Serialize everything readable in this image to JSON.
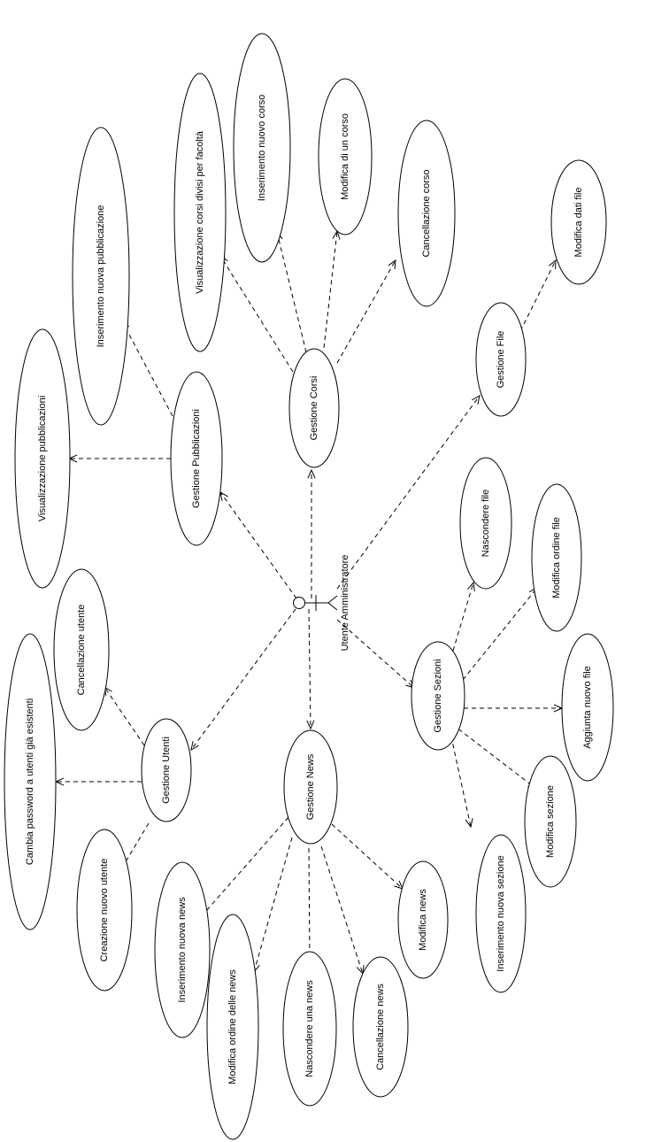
{
  "actor": {
    "label": "Utente Amministratore"
  },
  "use_cases": {
    "gestione_utenti": "Gestione Utenti",
    "cancellazione_utente": "Cancellazione utente",
    "cambia_password": "Cambia password a utenti già esistenti",
    "creazione_utente": "Creazione nuovo utente",
    "gestione_news": "Gestione News",
    "inserimento_news": "Inserimento nuova news",
    "modifica_ordine_news": "Modifica ordine delle news",
    "nascondere_news": "Nascondere una news",
    "cancellazione_news": "Cancellazione news",
    "modifica_news": "Modifica news",
    "gestione_sezioni": "Gestione Sezioni",
    "inserimento_sezione": "Inserimento nuova sezione",
    "modifica_sezione": "Modifica sezione",
    "aggiunta_file": "Aggiunta nuovo file",
    "modifica_ordine_file": "Modifica ordine file",
    "nascondere_file": "Nascondere file",
    "gestione_file": "Gestione File",
    "modifica_dati_file": "Modifica dati file",
    "gestione_pubblicazioni": "Gestione Pubblicazioni",
    "visualizzazione_pubblicazioni": "Visualizzazione pubblicazioni",
    "inserimento_pubblicazione": "Inserimento nuova pubblicazione",
    "gestione_corsi": "Gestione Corsi",
    "visualizzazione_corsi": "Visualizzazione corsi divisi per facoltà",
    "inserimento_corso": "Inserimento  nuovo corso",
    "modifica_corso": "Modifica di un corso",
    "cancellazione_corso": "Cancellazione corso"
  }
}
